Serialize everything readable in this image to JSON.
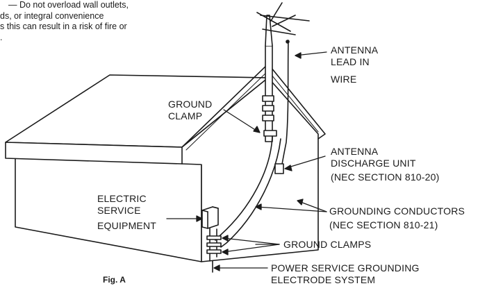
{
  "warning_lines": [
    "— Do not overload wall outlets,",
    "ds, or integral convenience",
    "s this can result in a risk of fire or",
    "."
  ],
  "labels": {
    "antenna_lead_in_wire": [
      "ANTENNA",
      "LEAD IN",
      "WIRE"
    ],
    "ground_clamp": [
      "GROUND",
      "CLAMP"
    ],
    "antenna_discharge_unit": [
      "ANTENNA",
      "DISCHARGE UNIT",
      "(NEC SECTION 810-20)"
    ],
    "electric_service_equipment": [
      "ELECTRIC",
      "SERVICE",
      "EQUIPMENT"
    ],
    "grounding_conductors": [
      "GROUNDING CONDUCTORS",
      "(NEC SECTION 810-21)"
    ],
    "ground_clamps": "GROUND CLAMPS",
    "power_service_grounding": [
      "POWER SERVICE GROUNDING",
      "ELECTRODE SYSTEM"
    ]
  },
  "figure_caption": "Fig. A"
}
